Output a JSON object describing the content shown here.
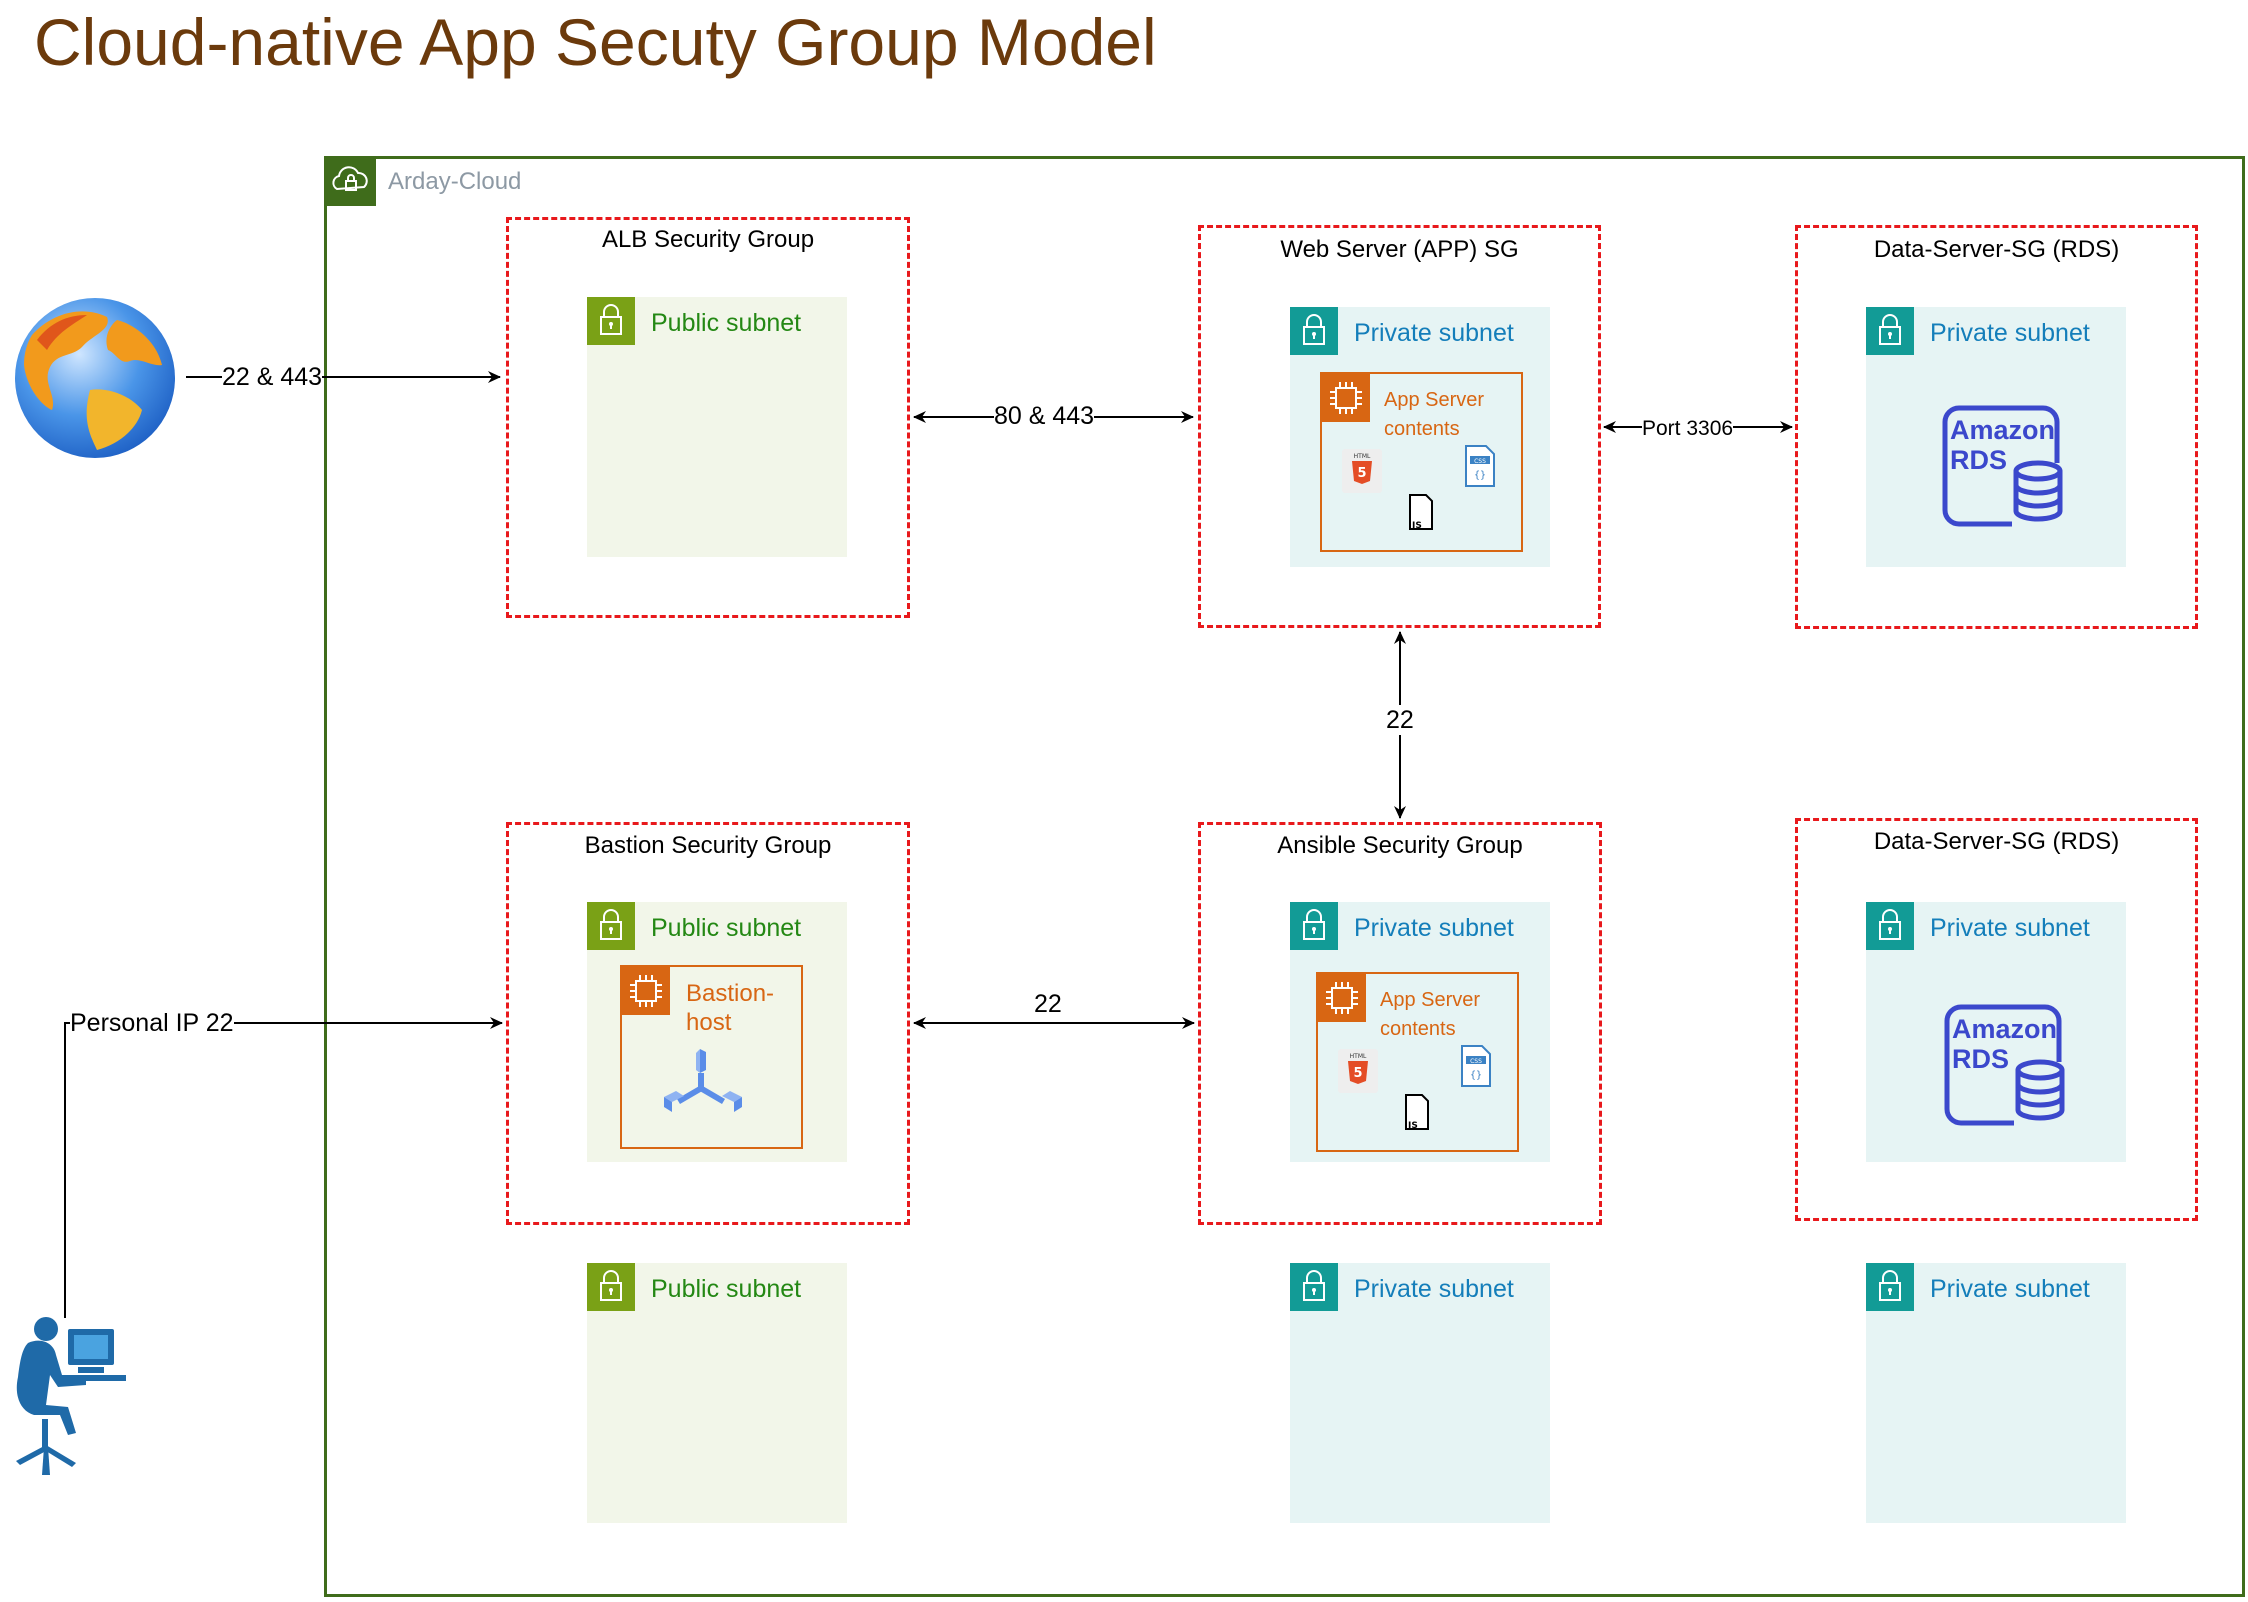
{
  "title": "Cloud-native App Secuty Group Model",
  "cloud": {
    "label": "Arday-Cloud",
    "icon": "cloud-lock-icon"
  },
  "security_groups": {
    "alb": {
      "title": "ALB Security Group",
      "subnet_label": "Public subnet"
    },
    "web": {
      "title": "Web Server (APP) SG",
      "subnet_label": "Private subnet",
      "app_label_1": "App Server",
      "app_label_2": "contents"
    },
    "data_top": {
      "title": "Data-Server-SG (RDS)",
      "subnet_label": "Private subnet",
      "rds_1": "Amazon",
      "rds_2": "RDS"
    },
    "bastion": {
      "title": "Bastion Security Group",
      "subnet_label": "Public subnet",
      "host_label_1": "Bastion-",
      "host_label_2": "host"
    },
    "ansible": {
      "title": "Ansible Security Group",
      "subnet_label": "Private subnet",
      "app_label_1": "App Server",
      "app_label_2": "contents"
    },
    "data_bottom": {
      "title": "Data-Server-SG (RDS)",
      "subnet_label": "Private subnet",
      "rds_1": "Amazon",
      "rds_2": "RDS"
    }
  },
  "loose_subnets": {
    "public": "Public subnet",
    "private_mid": "Private subnet",
    "private_right": "Private subnet"
  },
  "edges": {
    "internet_to_alb": "22 & 443",
    "alb_to_web": "80 & 443",
    "web_to_data": "Port 3306",
    "web_to_ansible": "22",
    "bastion_to_ansible": "22",
    "user_to_bastion": "Personal IP 22"
  },
  "icons": {
    "internet": "globe-icon",
    "user": "user-at-computer-icon",
    "lock": "padlock-icon",
    "chip": "ec2-instance-icon",
    "html": "html5-file-icon",
    "css": "css-file-icon",
    "js": "js-file-icon",
    "rds": "amazon-rds-icon",
    "bastion": "bastion-host-icon"
  },
  "colors": {
    "title": "#6b3a0c",
    "cloud_border": "#3f6c1b",
    "sg_border": "#e8191c",
    "public_subnet": "#7aa116",
    "private_subnet": "#129b96",
    "app_orange": "#d86613",
    "rds_blue": "#3b48cc"
  }
}
